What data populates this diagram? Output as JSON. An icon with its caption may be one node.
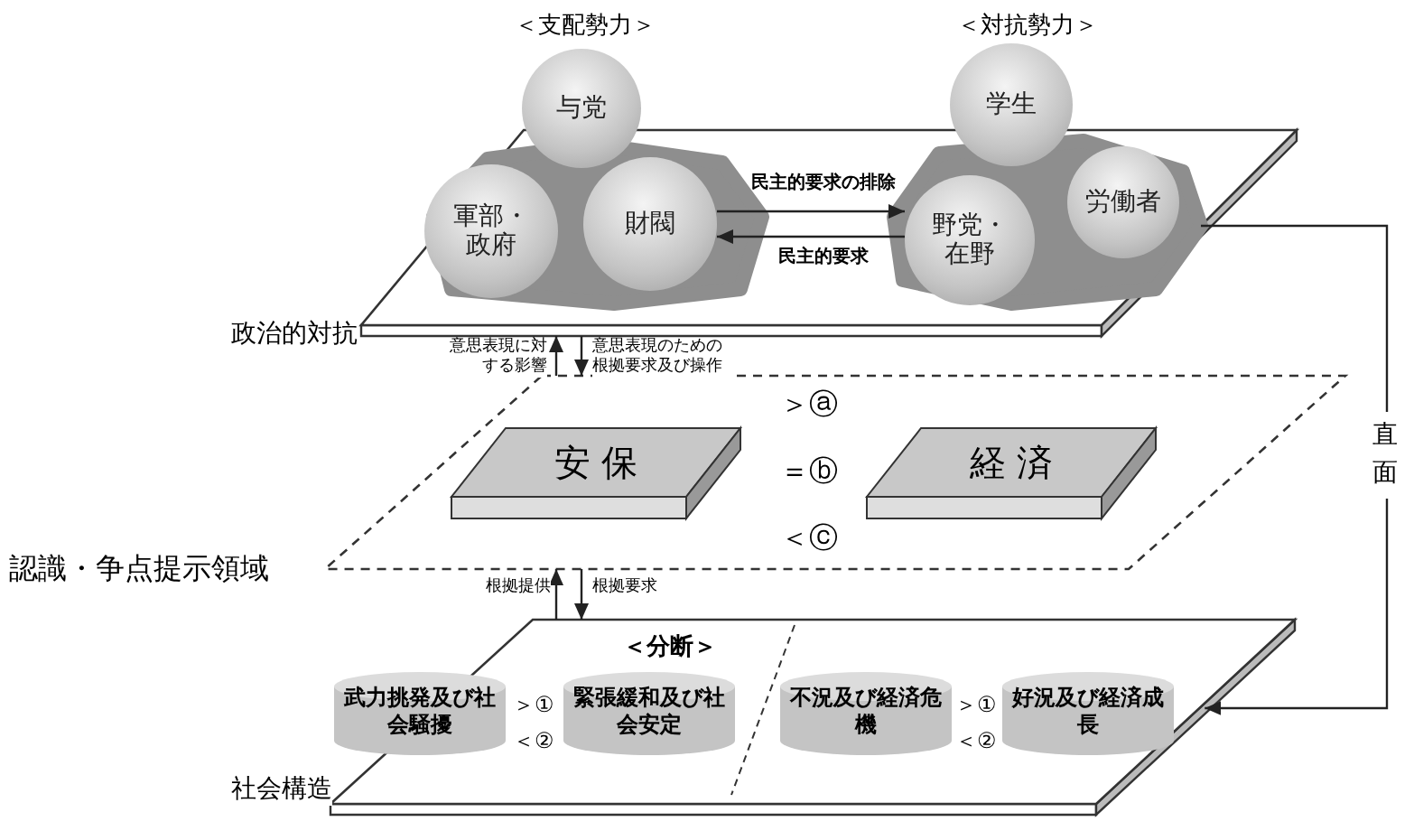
{
  "diagram": {
    "nodes": [
      {
        "text": [
          "政治的対抗"
        ]
      },
      {
        "text": [
          "与党"
        ]
      },
      {
        "text": [
          "軍部・政府"
        ],
        "in": 0
      },
      {
        "text": [
          "財閥"
        ],
        "in": 0
      },
      {
        "text": [
          "学生"
        ]
      },
      {
        "text": [
          "野党・在野"
        ],
        "in": 0
      },
      {
        "text": [
          "労働者"
        ],
        "in": 0
      },
      {
        "text": [
          "認識・争点提示領域"
        ]
      },
      {
        "text": [
          "安 保"
        ],
        "in": 7
      },
      {
        "text": [
          "経 済"
        ],
        "in": 7
      },
      {
        "text": [
          "社会構造"
        ]
      },
      {
        "text": [
          "武力挑発及び社会騒擾"
        ],
        "in": 10
      },
      {
        "text": [
          "緊張緩和及び社会安定"
        ],
        "in": 10
      },
      {
        "text": [
          "不況及び経済危機"
        ],
        "in": 10
      },
      {
        "text": [
          "好況及び経済成長"
        ],
        "in": 10
      }
    ],
    "edges": [
      {
        "from": 3,
        "to": 5,
        "arrow": "to",
        "label": "民主的要求の排除"
      },
      {
        "from": 5,
        "to": 3,
        "arrow": "to",
        "label": "民主的要求"
      },
      {
        "from": 7,
        "to": 0,
        "arrow": "to",
        "label": "意思表現に対する影響"
      },
      {
        "from": 0,
        "to": 7,
        "arrow": "to",
        "label": "意思表現のための根拠要求及び操作"
      },
      {
        "from": 10,
        "to": 7,
        "arrow": "to",
        "label": "根拠提供"
      },
      {
        "from": 7,
        "to": 10,
        "arrow": "to",
        "label": "根拠要求"
      },
      {
        "from": 0,
        "to": 10,
        "arrow": "to",
        "label": "直面"
      }
    ],
    "labels": [
      "＜支配勢力＞",
      "＜対抗勢力＞",
      "＞ⓐ",
      "＝ⓑ",
      "＜ⓒ",
      "＜分断＞",
      "＞①",
      "＜②",
      "＞①",
      "＜②"
    ]
  }
}
